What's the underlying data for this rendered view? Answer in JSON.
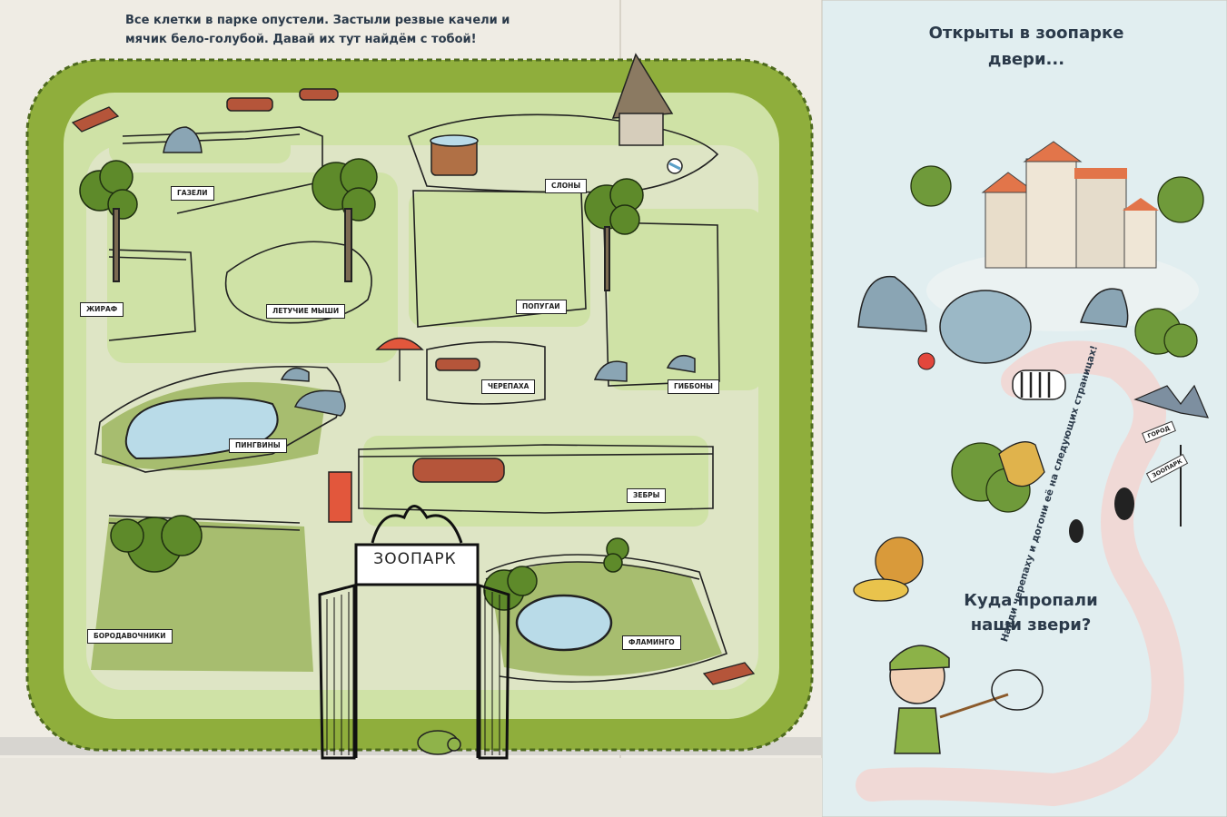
{
  "intro_text": "Все клетки в парке опустели. Застыли резвые качели и мячик бело-голубой. Давай их тут найдём с тобой!",
  "right_title_line1": "Открыты в зоопарке",
  "right_title_line2": "двери...",
  "question_line1": "Куда пропали",
  "question_line2": "наши звери?",
  "road_text": "Найди черепаху и догони её на следующих страницах!",
  "gate_sign": "ЗООПАРК",
  "signpost": {
    "city": "ГОРОД",
    "zoo": "ЗООПАРК"
  },
  "enclosure_signs": {
    "gazelles": "ГАЗЕЛИ",
    "elephants": "СЛОНЫ",
    "giraffe": "ЖИРАФ",
    "bats": "ЛЕТУЧИЕ МЫШИ",
    "parrots": "ПОПУГАИ",
    "turtle": "ЧЕРЕПАХА",
    "gibbons": "ГИББОНЫ",
    "penguins": "ПИНГВИНЫ",
    "zebras": "ЗЕБРЫ",
    "warthogs": "БОРОДАВОЧНИКИ",
    "flamingo": "ФЛАМИНГО"
  },
  "colors": {
    "grass": "#cfe2a6",
    "hedge": "#8fae3c",
    "lawn": "#9fb56a",
    "water": "#b9dbe8",
    "sky": "#e1eef0",
    "text": "#2b3a4a",
    "path": "#f0d9d6"
  }
}
